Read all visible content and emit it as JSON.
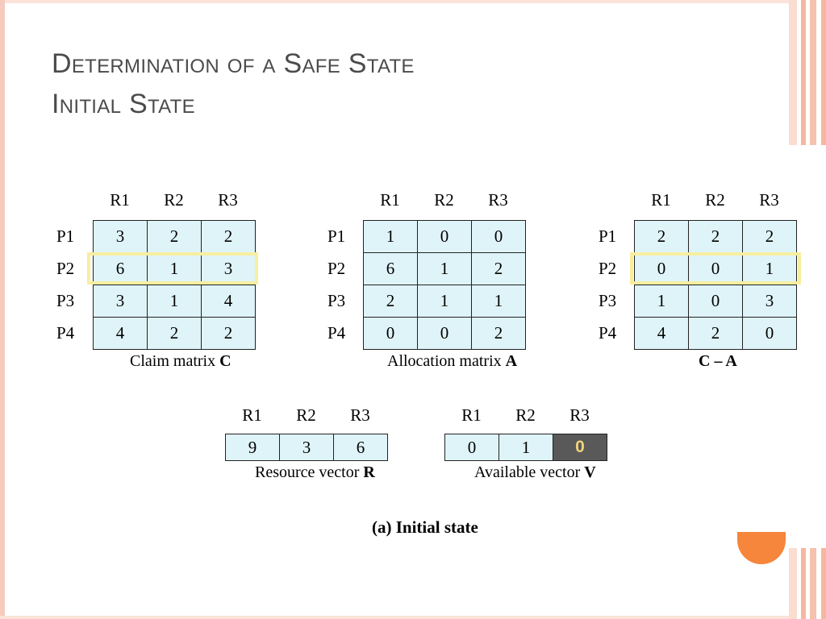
{
  "slide": {
    "title_line1": "Determination of a Safe State",
    "title_line2": "Initial State",
    "bottom_caption": "(a) Initial state",
    "colors": {
      "cell_fill": "#dff4f8",
      "highlight": "#f7eea0",
      "accent_orange": "#f5863b",
      "dark_cell": "#595959",
      "dark_cell_text": "#f1d27a"
    }
  },
  "claim": {
    "cols": [
      "R1",
      "R2",
      "R3"
    ],
    "rows": [
      "P1",
      "P2",
      "P3",
      "P4"
    ],
    "values": [
      [
        "3",
        "2",
        "2"
      ],
      [
        "6",
        "1",
        "3"
      ],
      [
        "3",
        "1",
        "4"
      ],
      [
        "4",
        "2",
        "2"
      ]
    ],
    "caption_text": "Claim matrix ",
    "caption_bold": "C",
    "highlight_row": "P2"
  },
  "allocation": {
    "cols": [
      "R1",
      "R2",
      "R3"
    ],
    "rows": [
      "P1",
      "P2",
      "P3",
      "P4"
    ],
    "values": [
      [
        "1",
        "0",
        "0"
      ],
      [
        "6",
        "1",
        "2"
      ],
      [
        "2",
        "1",
        "1"
      ],
      [
        "0",
        "0",
        "2"
      ]
    ],
    "caption_text": "Allocation matrix ",
    "caption_bold": "A"
  },
  "need": {
    "cols": [
      "R1",
      "R2",
      "R3"
    ],
    "rows": [
      "P1",
      "P2",
      "P3",
      "P4"
    ],
    "values": [
      [
        "2",
        "2",
        "2"
      ],
      [
        "0",
        "0",
        "1"
      ],
      [
        "1",
        "0",
        "3"
      ],
      [
        "4",
        "2",
        "0"
      ]
    ],
    "caption_text": "",
    "caption_bold": "C – A",
    "highlight_row": "P2"
  },
  "resource": {
    "cols": [
      "R1",
      "R2",
      "R3"
    ],
    "values": [
      "9",
      "3",
      "6"
    ],
    "caption_text": "Resource vector ",
    "caption_bold": "R"
  },
  "available": {
    "cols": [
      "R1",
      "R2",
      "R3"
    ],
    "values": [
      "0",
      "1",
      "0"
    ],
    "caption_text": "Available vector ",
    "caption_bold": "V",
    "highlighted_col": "R3"
  }
}
